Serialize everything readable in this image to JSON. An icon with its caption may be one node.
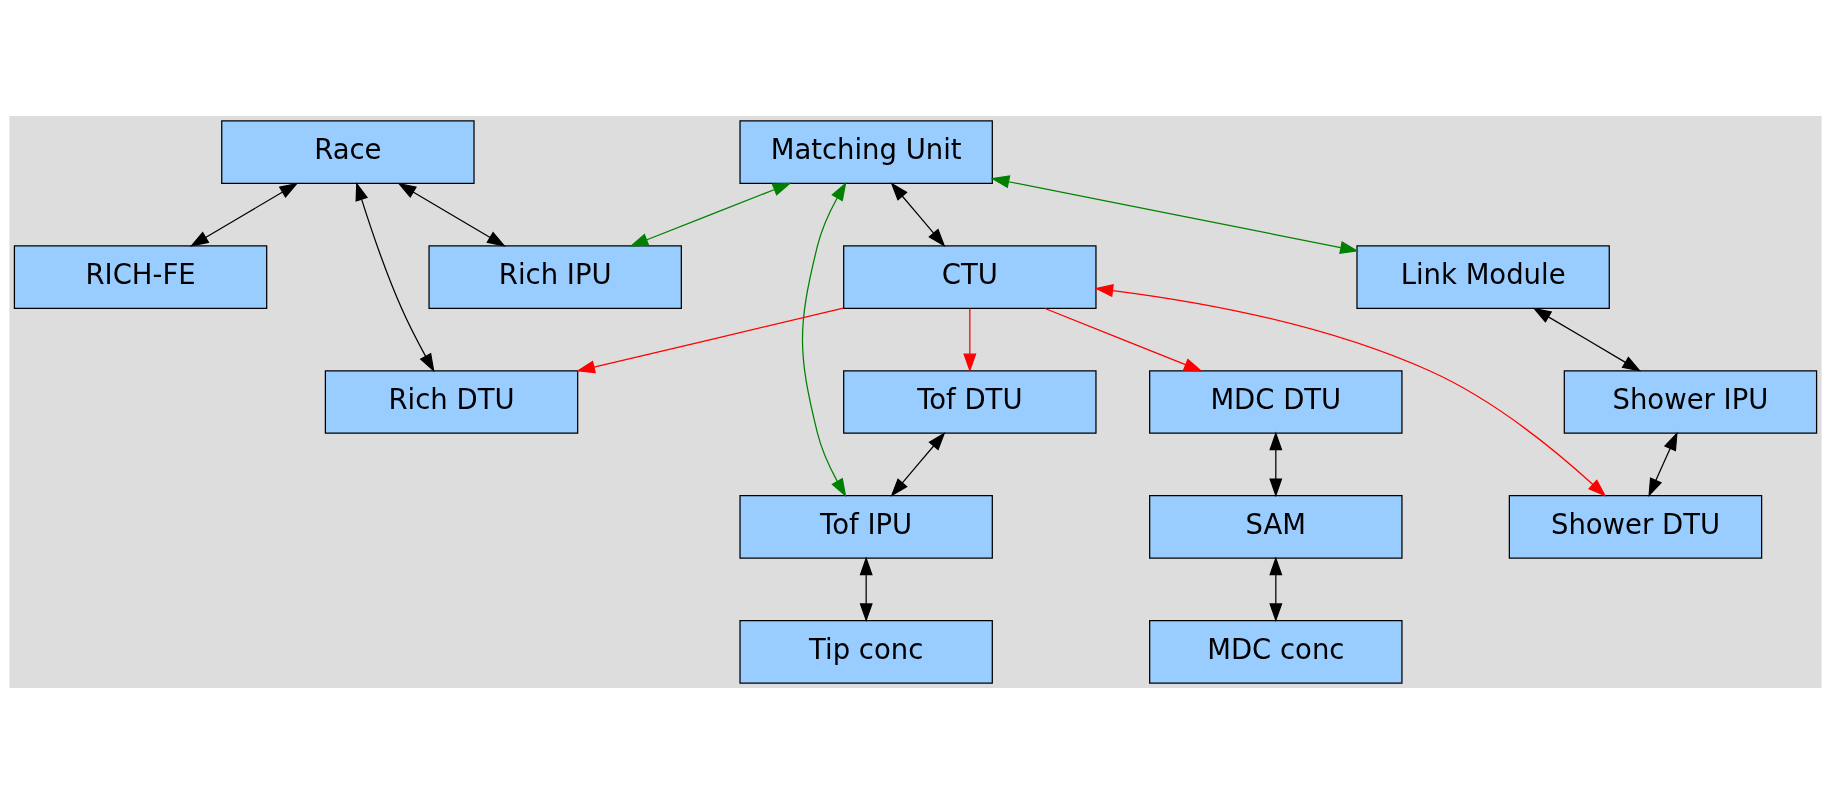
{
  "diagram": {
    "nodes": [
      {
        "text": [
          "Matching Unit"
        ]
      },
      {
        "text": [
          "Rich IPU"
        ]
      },
      {
        "text": [
          "Race"
        ]
      },
      {
        "text": [
          "CTU"
        ]
      },
      {
        "text": [
          "RICH-FE"
        ]
      },
      {
        "text": [
          "Tof DTU"
        ]
      },
      {
        "text": [
          "Rich DTU"
        ]
      },
      {
        "text": [
          "MDC DTU"
        ]
      },
      {
        "text": [
          "Link Module"
        ]
      },
      {
        "text": [
          "Tof IPU"
        ]
      },
      {
        "text": [
          "SAM"
        ]
      },
      {
        "text": [
          "Tip conc"
        ]
      },
      {
        "text": [
          "Shower IPU"
        ]
      },
      {
        "text": [
          "MDC conc"
        ]
      },
      {
        "text": [
          "Shower DTU"
        ]
      }
    ],
    "edges": [
      {
        "from": 0,
        "to": 1,
        "arrow": "both",
        "color": "#008000"
      },
      {
        "from": 0,
        "to": 8,
        "arrow": "both",
        "color": "#008000"
      },
      {
        "from": 0,
        "to": 9,
        "arrow": "both",
        "color": "#008000"
      },
      {
        "from": 0,
        "to": 3,
        "arrow": "both"
      },
      {
        "from": 2,
        "to": 1,
        "arrow": "both"
      },
      {
        "from": 2,
        "to": 4,
        "arrow": "both"
      },
      {
        "from": 2,
        "to": 6,
        "arrow": "both"
      },
      {
        "from": 3,
        "to": 5,
        "arrow": "to",
        "color": "#ff0000"
      },
      {
        "from": 3,
        "to": 6,
        "arrow": "to",
        "color": "#ff0000"
      },
      {
        "from": 3,
        "to": 7,
        "arrow": "to",
        "color": "#ff0000"
      },
      {
        "from": 3,
        "to": 14,
        "arrow": "both",
        "color": "#ff0000"
      },
      {
        "from": 5,
        "to": 9,
        "arrow": "both"
      },
      {
        "from": 9,
        "to": 11,
        "arrow": "both"
      },
      {
        "from": 7,
        "to": 10,
        "arrow": "both"
      },
      {
        "from": 10,
        "to": 13,
        "arrow": "both"
      },
      {
        "from": 8,
        "to": 12,
        "arrow": "both"
      },
      {
        "from": 12,
        "to": 14,
        "arrow": "both"
      }
    ]
  }
}
